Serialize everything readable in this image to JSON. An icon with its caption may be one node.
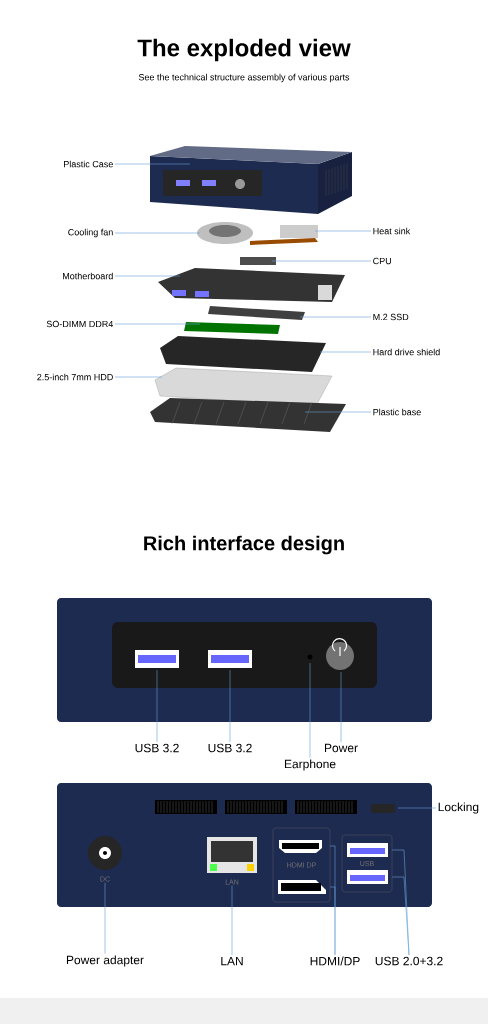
{
  "diagram": {
    "title": "The exploded view",
    "nodes": [
      {
        "text": [
          "Plastic Case"
        ]
      },
      {
        "text": [
          "Cooling fan"
        ]
      },
      {
        "text": [
          "Heat sink"
        ]
      },
      {
        "text": [
          "CPU"
        ]
      },
      {
        "text": [
          "Motherboard"
        ]
      },
      {
        "text": [
          "M.2 SSD"
        ]
      },
      {
        "text": [
          "SO-DIMM DDR4"
        ]
      },
      {
        "text": [
          "Hard drive shield"
        ]
      },
      {
        "text": [
          "2.5-inch 7mm HDD"
        ]
      },
      {
        "text": [
          "Plastic base"
        ]
      },
      {
        "text": [
          "USB 3.2"
        ]
      },
      {
        "text": [
          "USB 3.2"
        ]
      },
      {
        "text": [
          "Power"
        ]
      },
      {
        "text": [
          "Earphone"
        ]
      },
      {
        "text": [
          "Locking"
        ]
      },
      {
        "text": [
          "Power adapter"
        ]
      },
      {
        "text": [
          "LAN"
        ]
      },
      {
        "text": [
          "HDMI/DP"
        ]
      },
      {
        "text": [
          "USB 2.0+3.2"
        ]
      },
      {
        "text": [
          "HDMI DP"
        ]
      },
      {
        "text": [
          "USB"
        ]
      },
      {
        "text": [
          "DC"
        ]
      },
      {
        "text": [
          "LAN"
        ]
      }
    ],
    "edges": [
      {
        "from": 0,
        "to": null,
        "arrow": "none"
      },
      {
        "from": 1,
        "to": null,
        "arrow": "none"
      },
      {
        "from": 2,
        "to": null,
        "arrow": "none"
      },
      {
        "from": 3,
        "to": null,
        "arrow": "none"
      },
      {
        "from": 4,
        "to": null,
        "arrow": "none"
      },
      {
        "from": 5,
        "to": null,
        "arrow": "none"
      },
      {
        "from": 6,
        "to": null,
        "arrow": "none"
      },
      {
        "from": 7,
        "to": null,
        "arrow": "none"
      },
      {
        "from": 8,
        "to": null,
        "arrow": "none"
      },
      {
        "from": 9,
        "to": null,
        "arrow": "none"
      },
      {
        "from": 10,
        "to": null,
        "arrow": "none"
      },
      {
        "from": 11,
        "to": null,
        "arrow": "none"
      },
      {
        "from": 12,
        "to": null,
        "arrow": "none"
      },
      {
        "from": 13,
        "to": null,
        "arrow": "none"
      },
      {
        "from": 14,
        "to": null,
        "arrow": "none"
      },
      {
        "from": 15,
        "to": 21,
        "arrow": "none"
      },
      {
        "from": 16,
        "to": 22,
        "arrow": "none"
      },
      {
        "from": 17,
        "to": 19,
        "arrow": "none"
      },
      {
        "from": 17,
        "to": 19,
        "arrow": "none"
      },
      {
        "from": 18,
        "to": 20,
        "arrow": "none"
      },
      {
        "from": 18,
        "to": 20,
        "arrow": "none"
      }
    ],
    "labels": [
      "See the technical structure assembly of various parts",
      "Rich interface design"
    ]
  }
}
